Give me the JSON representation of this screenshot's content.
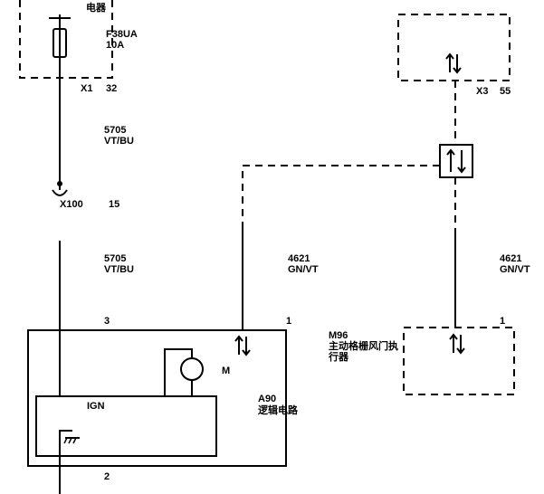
{
  "fuse_box": {
    "name_partial": "电器",
    "fuse_id": "F38UA",
    "fuse_rating": "10A",
    "connector": "X1",
    "pin": "32"
  },
  "wire_upper": {
    "circuit": "5705",
    "color": "VT/BU"
  },
  "splice": {
    "connector": "X100",
    "pin": "15"
  },
  "wire_lower": {
    "circuit": "5705",
    "color": "VT/BU"
  },
  "wire_gnvt_left": {
    "circuit": "4621",
    "color": "GN/VT"
  },
  "wire_gnvt_right": {
    "circuit": "4621",
    "color": "GN/VT"
  },
  "x3": {
    "connector": "X3",
    "pin": "55"
  },
  "a90": {
    "pin_ign": "3",
    "pin_signal": "1",
    "pin_ground": "2",
    "ign_label": "IGN",
    "motor_label": "M",
    "id": "A90",
    "name": "逻辑电路"
  },
  "m96": {
    "id": "M96",
    "name_line1": "主动格栅风门执",
    "name_line2": "行器",
    "pin": "1"
  }
}
